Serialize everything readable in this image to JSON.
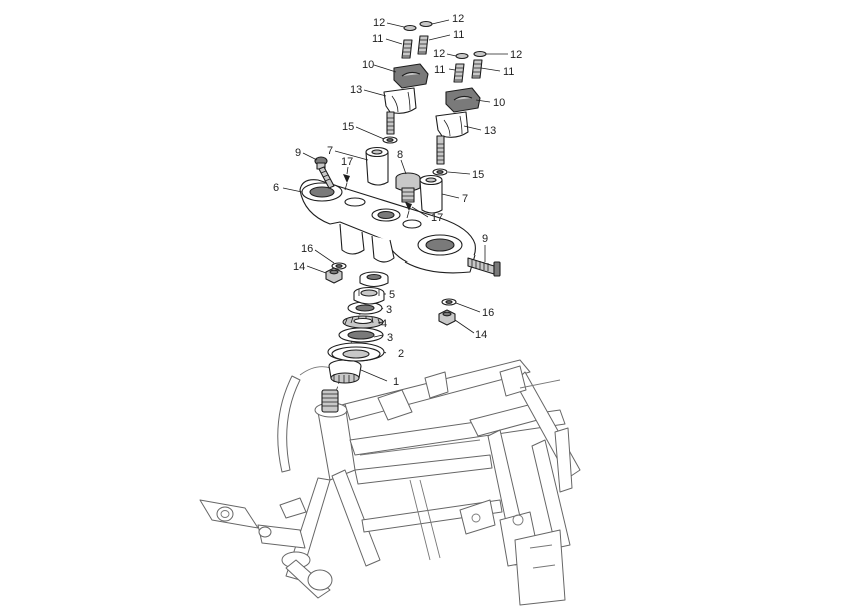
{
  "callouts": [
    {
      "id": "c1",
      "text": "1"
    },
    {
      "id": "c2",
      "text": "2"
    },
    {
      "id": "c3a",
      "text": "3"
    },
    {
      "id": "c3b",
      "text": "3"
    },
    {
      "id": "c4",
      "text": "4"
    },
    {
      "id": "c5",
      "text": "5"
    },
    {
      "id": "c6",
      "text": "6"
    },
    {
      "id": "c7a",
      "text": "7"
    },
    {
      "id": "c7b",
      "text": "7"
    },
    {
      "id": "c8",
      "text": "8"
    },
    {
      "id": "c9a",
      "text": "9"
    },
    {
      "id": "c9b",
      "text": "9"
    },
    {
      "id": "c10a",
      "text": "10"
    },
    {
      "id": "c10b",
      "text": "10"
    },
    {
      "id": "c11a",
      "text": "11"
    },
    {
      "id": "c11b",
      "text": "11"
    },
    {
      "id": "c11c",
      "text": "11"
    },
    {
      "id": "c11d",
      "text": "11"
    },
    {
      "id": "c12a",
      "text": "12"
    },
    {
      "id": "c12b",
      "text": "12"
    },
    {
      "id": "c12c",
      "text": "12"
    },
    {
      "id": "c12d",
      "text": "12"
    },
    {
      "id": "c13a",
      "text": "13"
    },
    {
      "id": "c13b",
      "text": "13"
    },
    {
      "id": "c14a",
      "text": "14"
    },
    {
      "id": "c14b",
      "text": "14"
    },
    {
      "id": "c15a",
      "text": "15"
    },
    {
      "id": "c15b",
      "text": "15"
    },
    {
      "id": "c16a",
      "text": "16"
    },
    {
      "id": "c16b",
      "text": "16"
    },
    {
      "id": "c17a",
      "text": "17"
    },
    {
      "id": "c17b",
      "text": "17"
    }
  ]
}
